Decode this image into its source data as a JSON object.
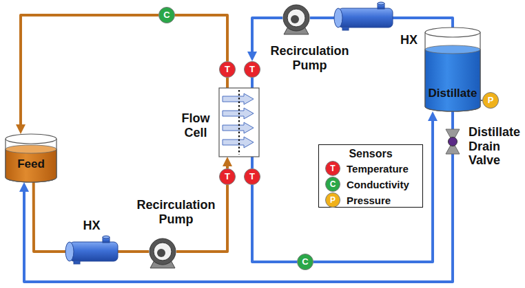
{
  "diagram": {
    "nodes": [
      {
        "text": [
          "Feed"
        ]
      },
      {
        "text": [
          "HX"
        ]
      },
      {
        "text": [
          "Recirculation Pump"
        ]
      },
      {
        "text": [
          "Flow Cell"
        ]
      },
      {
        "text": [
          "Recirculation Pump"
        ]
      },
      {
        "text": [
          "HX"
        ]
      },
      {
        "text": [
          "Distillate"
        ]
      },
      {
        "text": [
          "Distillate Drain Valve"
        ]
      },
      {
        "text": [
          "T"
        ]
      },
      {
        "text": [
          "T"
        ]
      },
      {
        "text": [
          "T"
        ]
      },
      {
        "text": [
          "T"
        ]
      },
      {
        "text": [
          "C"
        ]
      },
      {
        "text": [
          "C"
        ]
      },
      {
        "text": [
          "P"
        ]
      }
    ],
    "edges": [
      {
        "from": 0,
        "to": 1,
        "arrow": "none"
      },
      {
        "from": 1,
        "to": 2,
        "arrow": "none"
      },
      {
        "from": 2,
        "to": 10,
        "arrow": "none"
      },
      {
        "from": 10,
        "to": 3,
        "arrow": "to"
      },
      {
        "from": 3,
        "to": 8,
        "arrow": "none"
      },
      {
        "from": 8,
        "to": 12,
        "arrow": "none"
      },
      {
        "from": 12,
        "to": 0,
        "arrow": "to"
      },
      {
        "from": 6,
        "to": 5,
        "arrow": "none"
      },
      {
        "from": 5,
        "to": 4,
        "arrow": "none"
      },
      {
        "from": 4,
        "to": 9,
        "arrow": "to"
      },
      {
        "from": 9,
        "to": 3,
        "arrow": "none"
      },
      {
        "from": 3,
        "to": 11,
        "arrow": "none"
      },
      {
        "from": 11,
        "to": 13,
        "arrow": "none"
      },
      {
        "from": 13,
        "to": 6,
        "arrow": "to"
      },
      {
        "from": 6,
        "to": 7,
        "arrow": "none"
      },
      {
        "from": 7,
        "to": 0,
        "arrow": "to"
      },
      {
        "from": 6,
        "to": 14,
        "arrow": "none"
      }
    ],
    "labels": [
      "Sensors",
      "T",
      "C",
      "P"
    ],
    "legend": [
      {
        "text": "Temperature",
        "color": "#e8232b"
      },
      {
        "text": "Conductivity",
        "color": "#2aa748"
      },
      {
        "text": "Pressure",
        "color": "#f0b11a"
      }
    ]
  }
}
